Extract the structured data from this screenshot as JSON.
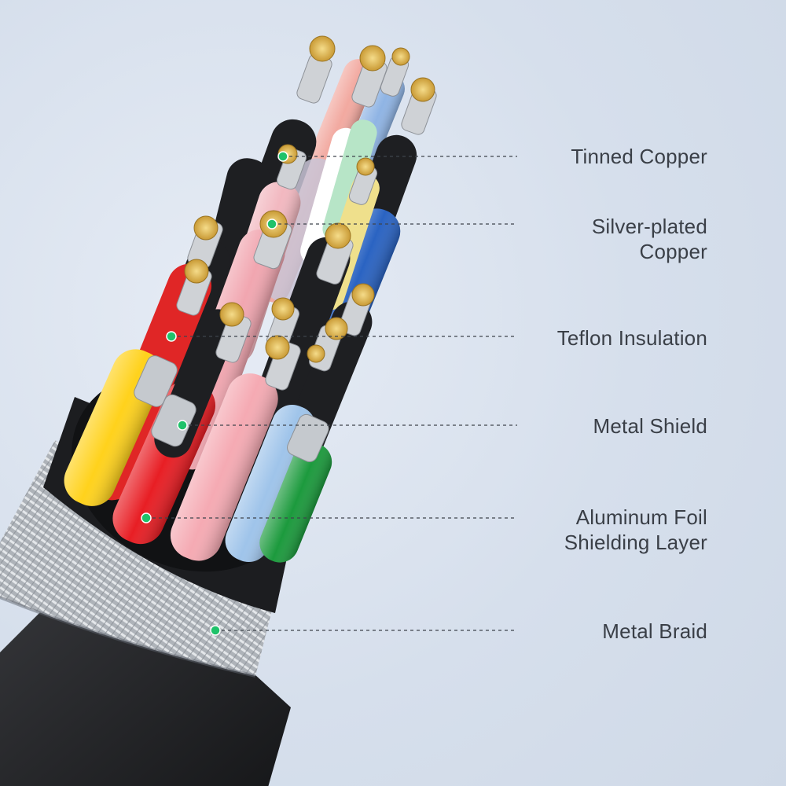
{
  "image": {
    "subject": "cable-cross-section",
    "colors": {
      "background": "#d7e0ec",
      "label_text": "#3a3f47",
      "leader_line": "#3f444c",
      "marker": "#1fc26a",
      "outer_jacket": "#26272a",
      "braid": "#b9bdc2",
      "copper_tin": "#d9d9d9",
      "copper_silver_core": "#e6c66a"
    }
  },
  "labels": {
    "tinned_copper": "Tinned Copper",
    "silver_plated_line1": "Silver-plated",
    "silver_plated_line2": "Copper",
    "teflon": "Teflon Insulation",
    "metal_shield": "Metal Shield",
    "aluminum_line1": "Aluminum Foil",
    "aluminum_line2": "Shielding Layer",
    "metal_braid": "Metal Braid"
  }
}
